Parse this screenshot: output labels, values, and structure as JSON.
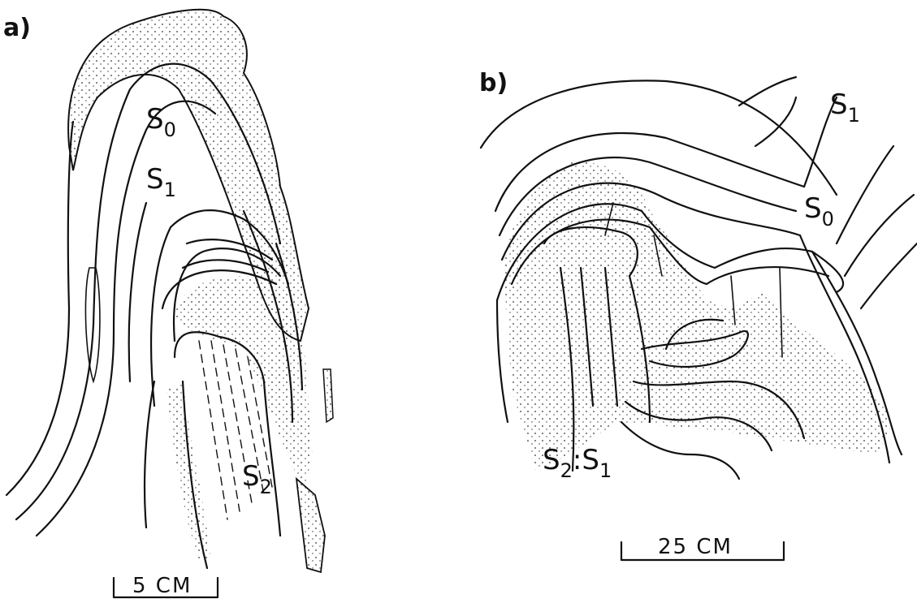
{
  "panel_a": {
    "label": "a)",
    "surfaces": [
      {
        "main": "S",
        "sub": "0"
      },
      {
        "main": "S",
        "sub": "1"
      },
      {
        "main": "S",
        "sub": "2"
      }
    ],
    "scale": "5 CM"
  },
  "panel_b": {
    "label": "b)",
    "surfaces": [
      {
        "main": "S",
        "sub": "1"
      },
      {
        "main": "S",
        "sub": "0"
      }
    ],
    "relation": {
      "left_main": "S",
      "left_sub": "2",
      "sep": ":",
      "right_main": "S",
      "right_sub": "1"
    },
    "scale": "25 CM"
  }
}
